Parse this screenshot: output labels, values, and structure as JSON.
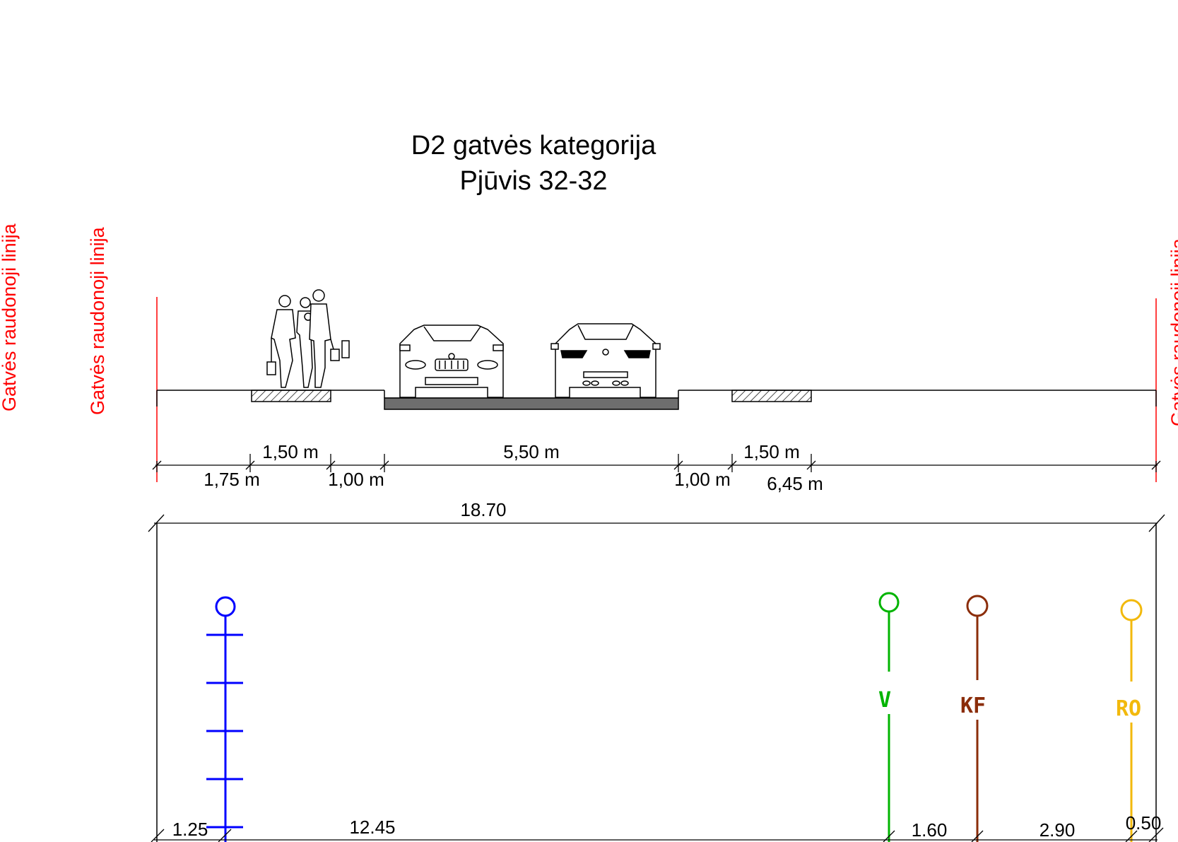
{
  "title": {
    "line1": "D2  gatvės kategorija",
    "line2": "Pjūvis 32-32"
  },
  "red_line_labels": {
    "far_left": "Gatvės raudonoji linija",
    "left": "Gatvės raudonoji linija",
    "right": "Gatvės raudonoji linija"
  },
  "cross_section_dimensions": {
    "upper": [
      "1,50 m",
      "5,50 m",
      "1,50 m"
    ],
    "lower": [
      "1,75 m",
      "1,00 m",
      "1,00 m",
      "6,45 m"
    ],
    "total": "18.70"
  },
  "utilities": {
    "blue": {
      "label": "",
      "color": "#0000ff"
    },
    "water": {
      "label": "V",
      "color": "#00b400"
    },
    "sewer": {
      "label": "KF",
      "color": "#8b2d0a"
    },
    "storm": {
      "label": "RO",
      "color": "#f2b90c"
    }
  },
  "utility_dimensions": [
    "1.25",
    "12.45",
    "1.60",
    "2.90",
    "0.50"
  ],
  "colors": {
    "red_line": "#ff0000",
    "asphalt": "#6e6e6e",
    "lines": "#000000"
  }
}
